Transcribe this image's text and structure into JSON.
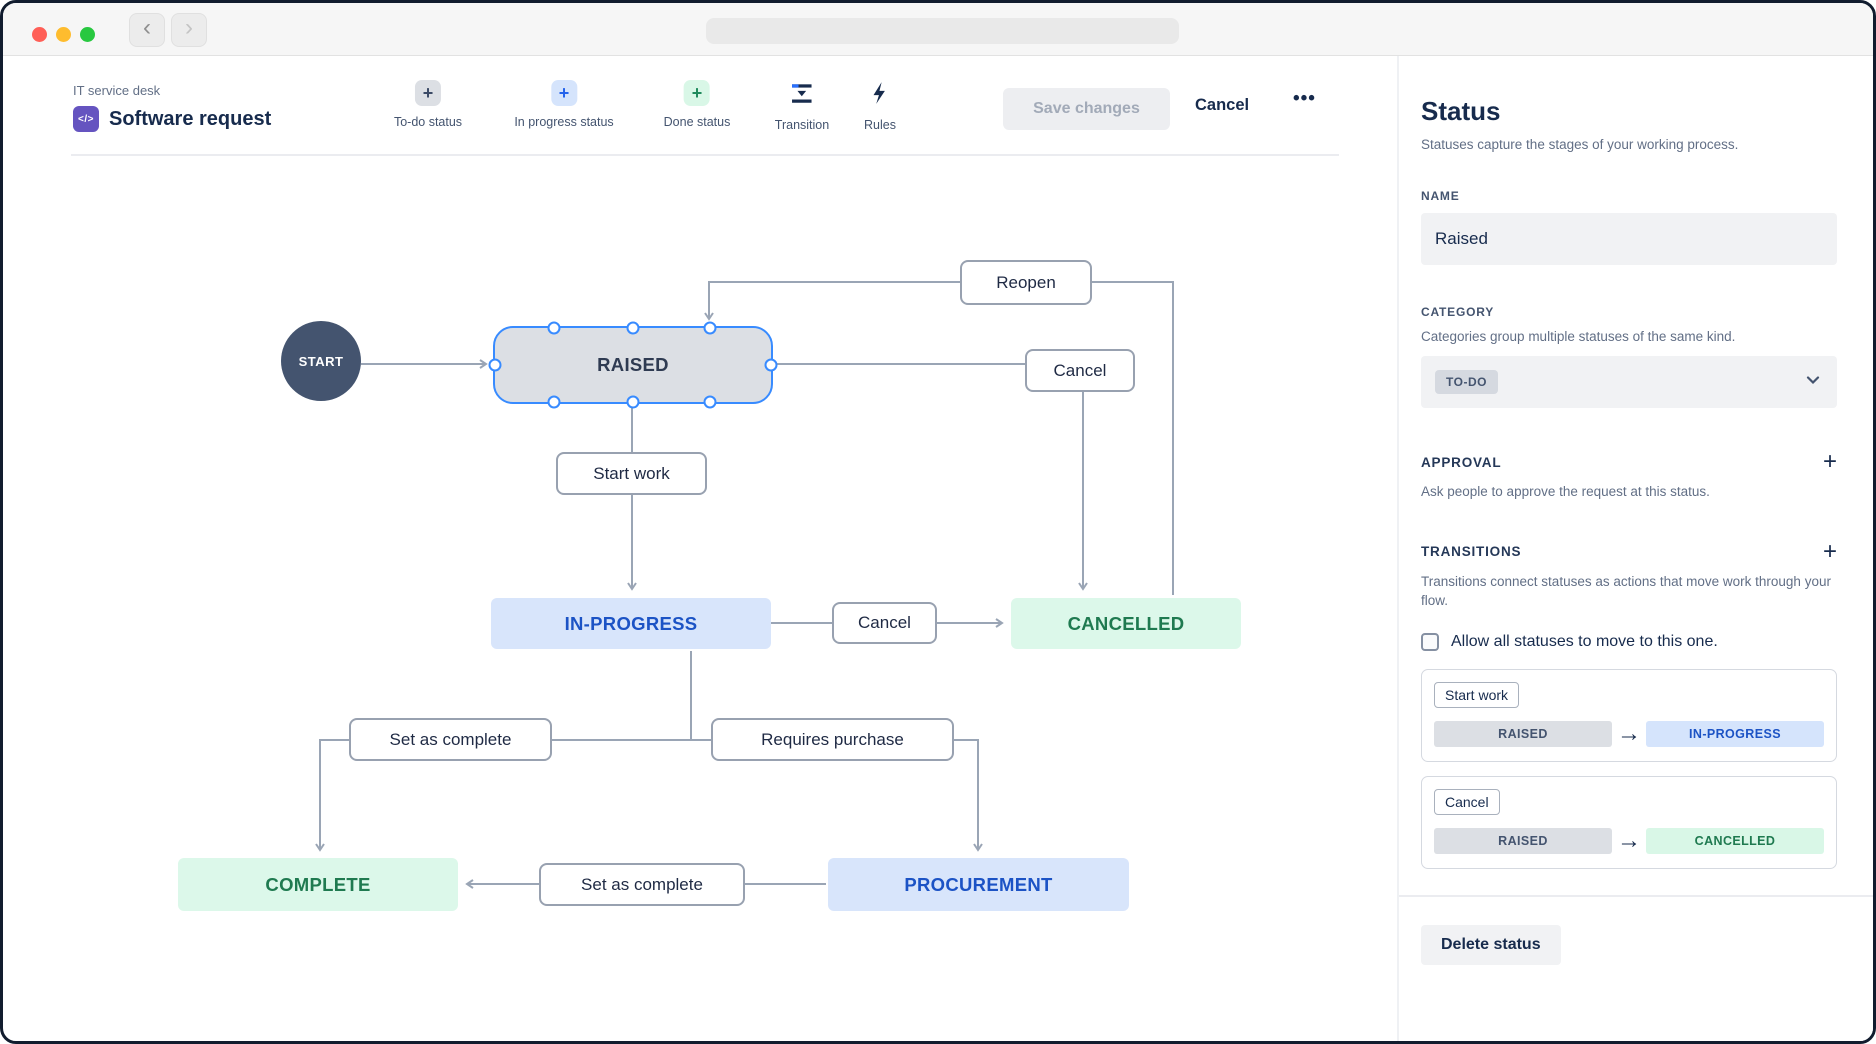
{
  "icons": {
    "plus": "+",
    "code": "</>",
    "back": "‹",
    "forward": "›",
    "more": "•••",
    "arrow_right": "→"
  },
  "colors": {
    "selection_blue": "#388BFF",
    "todo_grey": "#DCDFE4",
    "inprogress_blue": "#D8E5FB",
    "done_green": "#DCF8EA",
    "brand_purple": "#6554C0",
    "start_circle": "#44546F",
    "wire_grey": "#9AA5B5"
  },
  "toolbar": {
    "breadcrumb": "IT service desk",
    "title": "Software request",
    "add_buttons": [
      {
        "label": "To-do status"
      },
      {
        "label": "In progress status"
      },
      {
        "label": "Done status"
      }
    ],
    "transition_label": "Transition",
    "rules_label": "Rules",
    "save_label": "Save changes",
    "cancel_label": "Cancel"
  },
  "diagram": {
    "start": "START",
    "statuses": {
      "raised": "RAISED",
      "in_progress": "IN-PROGRESS",
      "cancelled": "CANCELLED",
      "complete": "COMPLETE",
      "procurement": "PROCUREMENT"
    },
    "transitions": {
      "reopen": "Reopen",
      "cancel_top": "Cancel",
      "start_work": "Start work",
      "cancel_mid": "Cancel",
      "set_as_complete_left": "Set as complete",
      "requires_purchase": "Requires purchase",
      "set_as_complete_bottom": "Set as complete"
    }
  },
  "sidebar": {
    "title": "Status",
    "subtitle": "Statuses capture the stages of your working process.",
    "name_label": "NAME",
    "name_value": "Raised",
    "category_label": "CATEGORY",
    "category_help": "Categories group multiple statuses of the same kind.",
    "category_value": "TO-DO",
    "approval_label": "APPROVAL",
    "approval_help": "Ask people to approve the request at this status.",
    "transitions_label": "TRANSITIONS",
    "transitions_help": "Transitions connect statuses as actions that move work through your flow.",
    "allow_all_label": "Allow all statuses to move to this one.",
    "transition_cards": [
      {
        "name": "Start work",
        "from": "RAISED",
        "to": "IN-PROGRESS"
      },
      {
        "name": "Cancel",
        "from": "RAISED",
        "to": "CANCELLED"
      }
    ],
    "delete_label": "Delete status"
  }
}
